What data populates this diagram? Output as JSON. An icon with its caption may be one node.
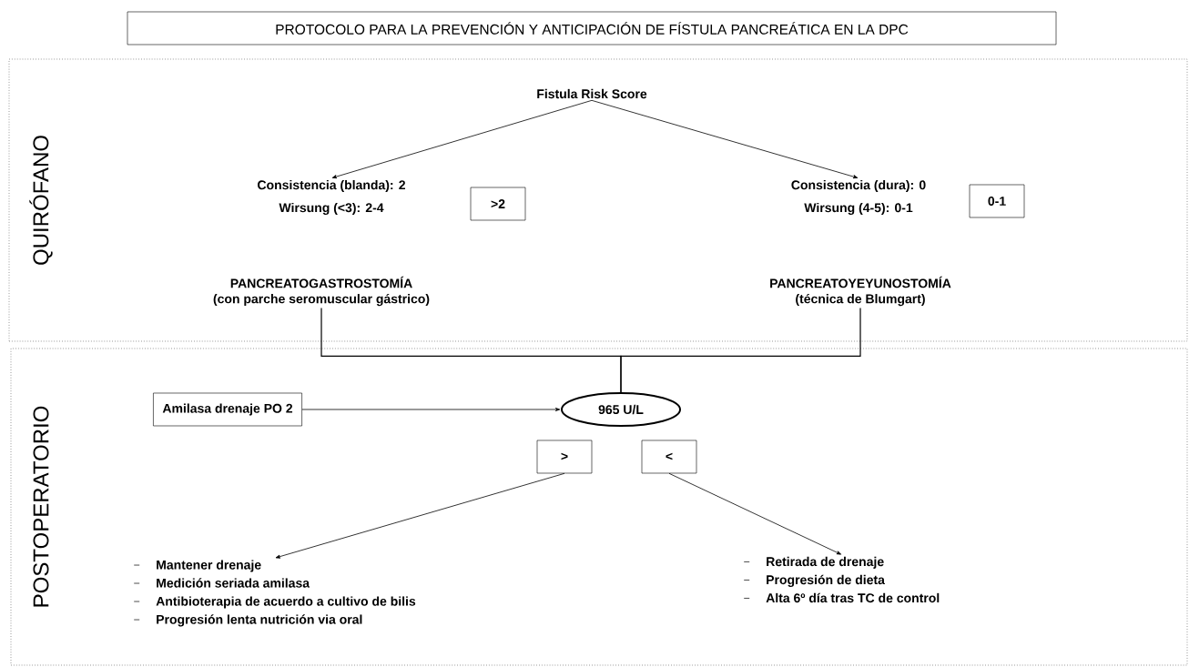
{
  "diagram": {
    "title": "PROTOCOLO PARA LA PREVENCIÓN Y ANTICIPACIÓN DE FÍSTULA PANCREÁTICA EN LA DPC",
    "nodes": [
      {
        "text": [
          "QUIRÓFANO"
        ]
      },
      {
        "text": [
          "Fistula Risk Score"
        ],
        "in": 0
      },
      {
        "text": [
          "Consistencia (blanda): 2",
          "Wirsung (<3): 2-4"
        ],
        "in": 0
      },
      {
        "text": [
          ">2"
        ],
        "in": 0
      },
      {
        "text": [
          "Consistencia (dura): 0",
          "Wirsung (4-5): 0-1"
        ],
        "in": 0
      },
      {
        "text": [
          "0-1"
        ],
        "in": 0
      },
      {
        "text": [
          "PANCREATOGASTROSTOMÍA",
          "(con parche seromuscular gástrico)"
        ],
        "in": 0
      },
      {
        "text": [
          "PANCREATOYEYUNOSTOMÍA",
          "(técnica de Blumgart)"
        ],
        "in": 0
      },
      {
        "text": [
          "POSTOPERATORIO"
        ]
      },
      {
        "text": [
          "Amilasa drenaje PO 2"
        ],
        "in": 8
      },
      {
        "text": [
          "965 U/L"
        ],
        "in": 8
      },
      {
        "text": [
          ">"
        ],
        "in": 8
      },
      {
        "text": [
          "<"
        ],
        "in": 8
      },
      {
        "text": [
          "Mantener drenaje",
          "Medición seriada amilasa",
          "Antibioterapia de acuerdo a cultivo de bilis",
          "Progresión lenta nutrición via oral"
        ],
        "in": 8
      },
      {
        "text": [
          "Retirada de drenaje",
          "Progresión de dieta",
          "Alta 6º día tras TC de control"
        ],
        "in": 8
      }
    ],
    "edges": [
      {
        "from": 1,
        "to": 2,
        "arrow": "to"
      },
      {
        "from": 1,
        "to": 4,
        "arrow": "to"
      },
      {
        "from": 6,
        "to": 10,
        "arrow": "none"
      },
      {
        "from": 7,
        "to": 10,
        "arrow": "none"
      },
      {
        "from": 9,
        "to": 10,
        "arrow": "to"
      },
      {
        "from": 11,
        "to": 13,
        "arrow": "to"
      },
      {
        "from": 12,
        "to": 14,
        "arrow": "to"
      }
    ]
  }
}
